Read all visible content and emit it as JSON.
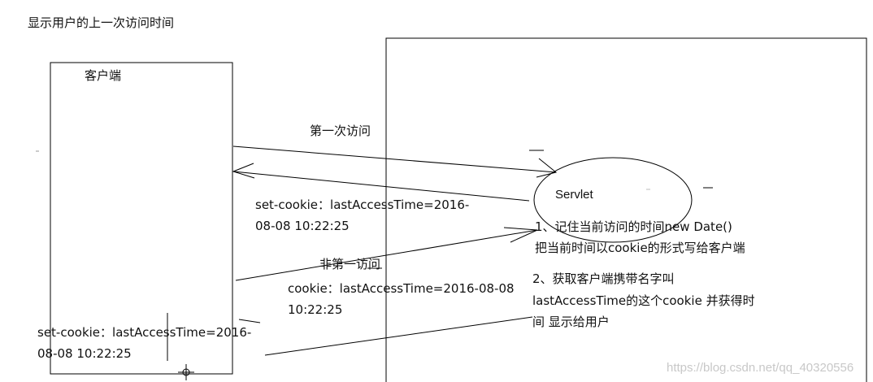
{
  "title": "显示用户的上一次访问时间",
  "client": {
    "label": "客户端"
  },
  "server": {
    "label": "Servlet"
  },
  "arrows": {
    "first_visit": "第一次访问",
    "set_cookie_1": {
      "line1": "set-cookie：lastAccessTime=2016-",
      "line2": "08-08 10:22:25"
    },
    "non_first_visit": "非第一访问",
    "cookie_sent": {
      "line1": "cookie：lastAccessTime=2016-08-08",
      "line2": "10:22:25"
    },
    "set_cookie_2": {
      "line1": "set-cookie：lastAccessTime=2016-",
      "line2": "08-08 10:22:25"
    }
  },
  "notes": {
    "step1": {
      "line1": "1、记住当前访问的时间new Date()",
      "line2": "把当前时间以cookie的形式写给客户端"
    },
    "step2": {
      "line1": "2、获取客户端携带名字叫",
      "line2": "lastAccessTime的这个cookie 并获得时",
      "line3": "间 显示给用户"
    }
  },
  "watermark": "https://blog.csdn.net/qq_40320556"
}
